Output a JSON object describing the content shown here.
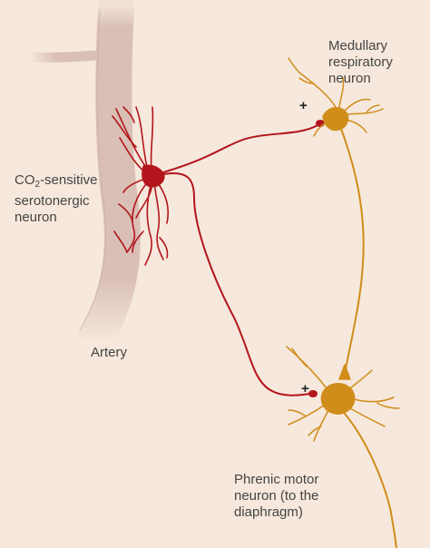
{
  "labels": {
    "medullary": [
      "Medullary",
      "respiratory",
      "neuron"
    ],
    "serotonergic": {
      "line1_prefix": "CO",
      "line1_subscript": "2",
      "line1_suffix": "-sensitive",
      "line2": "serotonergic",
      "line3": "neuron"
    },
    "artery": "Artery",
    "phrenic": [
      "Phrenic motor",
      "neuron (to the",
      "diaphragm)"
    ],
    "plus_upper": "+",
    "plus_lower": "+"
  },
  "colors": {
    "background": "#f6e8dc",
    "artery": "#d9bfb5",
    "serotonergic_neuron": "#b3151c",
    "respiratory_neurons": "#d08d1a",
    "text": "#444444"
  }
}
